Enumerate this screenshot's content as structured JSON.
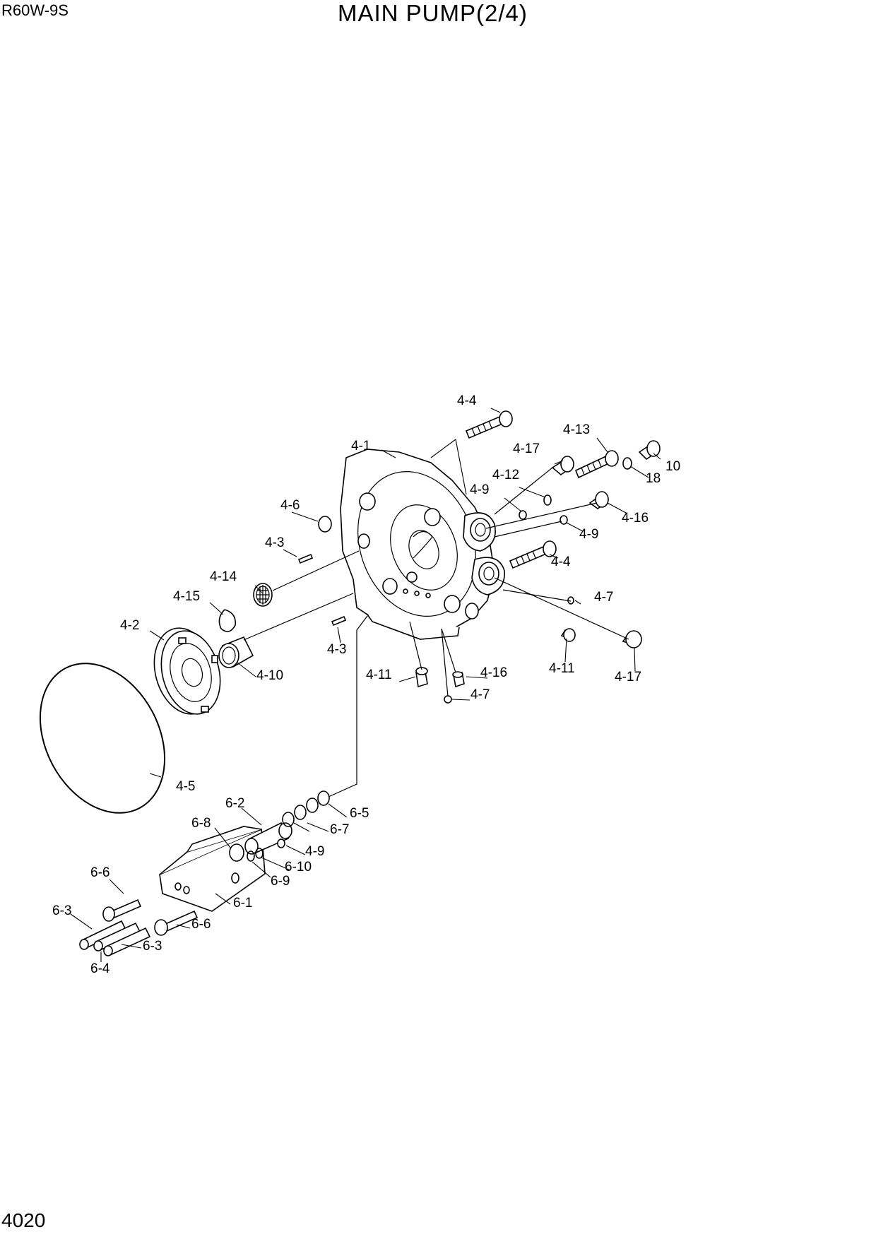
{
  "header": {
    "model": "R60W-9S",
    "title": "MAIN PUMP(2/4)"
  },
  "footer": {
    "page_number": "4020"
  },
  "callouts": {
    "c_4_4a": "4-4",
    "c_4_13": "4-13",
    "c_4_17a": "4-17",
    "c_10": "10",
    "c_18": "18",
    "c_4_1": "4-1",
    "c_4_12": "4-12",
    "c_4_9a": "4-9",
    "c_4_16a": "4-16",
    "c_4_6": "4-6",
    "c_4_9b": "4-9",
    "c_4_3a": "4-3",
    "c_4_4b": "4-4",
    "c_4_14": "4-14",
    "c_4_7a": "4-7",
    "c_4_15": "4-15",
    "c_4_2": "4-2",
    "c_4_11a": "4-11",
    "c_4_17b": "4-17",
    "c_4_3b": "4-3",
    "c_4_11b": "4-11",
    "c_4_16b": "4-16",
    "c_4_10": "4-10",
    "c_4_7b": "4-7",
    "c_4_5": "4-5",
    "c_6_2": "6-2",
    "c_6_5": "6-5",
    "c_6_8": "6-8",
    "c_6_7": "6-7",
    "c_4_9c": "4-9",
    "c_6_10": "6-10",
    "c_6_6a": "6-6",
    "c_6_9": "6-9",
    "c_6_1": "6-1",
    "c_6_3a": "6-3",
    "c_6_6b": "6-6",
    "c_6_3b": "6-3",
    "c_6_4": "6-4"
  }
}
